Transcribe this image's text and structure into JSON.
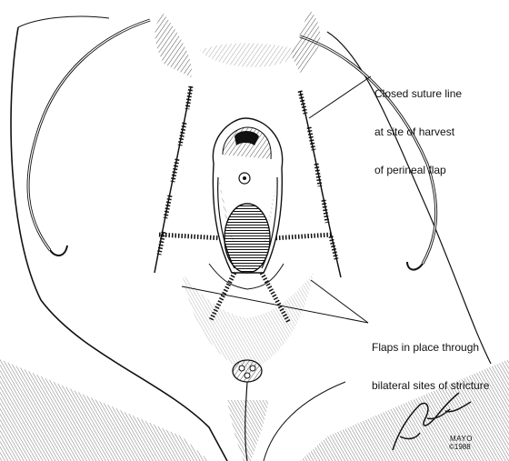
{
  "labels": {
    "top": [
      "Closed suture line",
      "at site of harvest",
      "of perineal flap"
    ],
    "bottom": [
      "Flaps in place through",
      "bilateral sites of stricture"
    ]
  },
  "signature": {
    "artist": "JKHagen",
    "org": "MAYO",
    "year": "©1988"
  }
}
